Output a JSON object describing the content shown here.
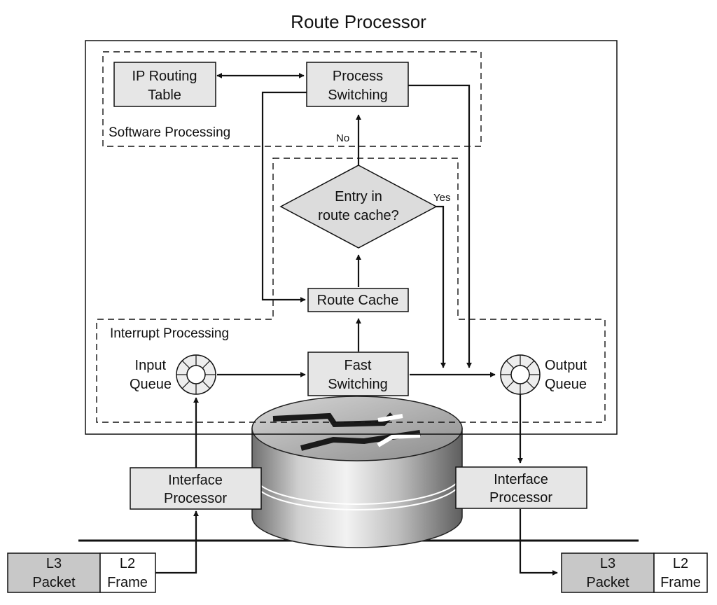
{
  "title": "Route Processor",
  "regions": {
    "software": "Software Processing",
    "interrupt": "Interrupt Processing"
  },
  "nodes": {
    "ip_routing_table": [
      "IP Routing",
      "Table"
    ],
    "process_switching": [
      "Process",
      "Switching"
    ],
    "decision": [
      "Entry in",
      "route cache?"
    ],
    "route_cache": "Route Cache",
    "fast_switching": [
      "Fast",
      "Switching"
    ],
    "input_queue": [
      "Input",
      "Queue"
    ],
    "output_queue": [
      "Output",
      "Queue"
    ],
    "interface_processor_left": [
      "Interface",
      "Processor"
    ],
    "interface_processor_right": [
      "Interface",
      "Processor"
    ]
  },
  "edge_labels": {
    "no": "No",
    "yes": "Yes"
  },
  "packet_left": {
    "l3": [
      "L3",
      "Packet"
    ],
    "l2": [
      "L2",
      "Frame"
    ]
  },
  "packet_right": {
    "l3": [
      "L3",
      "Packet"
    ],
    "l2": [
      "L2",
      "Frame"
    ]
  },
  "colors": {
    "box_fill": "#e6e6e6",
    "packet_l3_fill": "#c8c8c8",
    "stroke": "#111111"
  },
  "icons": [
    "router-icon",
    "queue-ring-icon"
  ]
}
